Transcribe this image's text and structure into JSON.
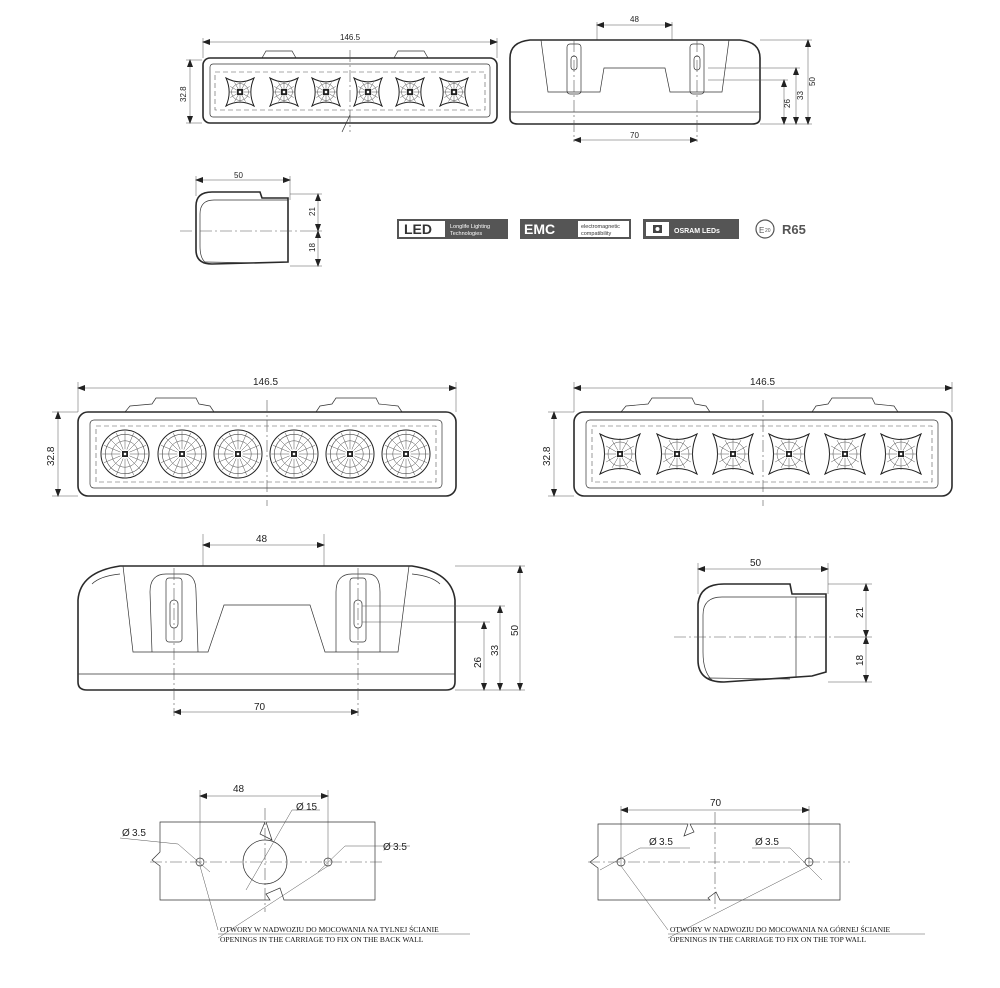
{
  "dimensions": {
    "width": "146.5",
    "height": "32.8",
    "bracket_spacing": "48",
    "hole_spacing": "70",
    "total_height": "50",
    "h33": "33",
    "h26": "26",
    "depth": "50",
    "upper": "21",
    "lower": "18",
    "hole_small": "3.5",
    "hole_large": "15",
    "diameter_symbol": "Ø"
  },
  "badges": {
    "led_title": "LED",
    "led_sub1": "Longlife Lighting",
    "led_sub2": "Technologies",
    "emc_title": "EMC",
    "emc_sub1": "electromagnetic",
    "emc_sub2": "compatibility",
    "osram": "OSRAM LEDs",
    "e_mark": "E",
    "e_number": "20",
    "r65": "R65"
  },
  "notes": {
    "back_wall_pl": "OTWORY W NADWOZIU DO MOCOWANIA NA TYLNEJ ŚCIANIE",
    "back_wall_en": "OPENINGS IN THE CARRIAGE TO FIX ON THE BACK WALL",
    "top_wall_pl": "OTWORY W NADWOZIU DO MOCOWANIA NA GÓRNEJ ŚCIANIE",
    "top_wall_en": "OPENINGS IN THE CARRIAGE TO FIX ON THE TOP WALL"
  },
  "colors": {
    "badge_bg": "#555555",
    "line": "#2a2a2a"
  }
}
